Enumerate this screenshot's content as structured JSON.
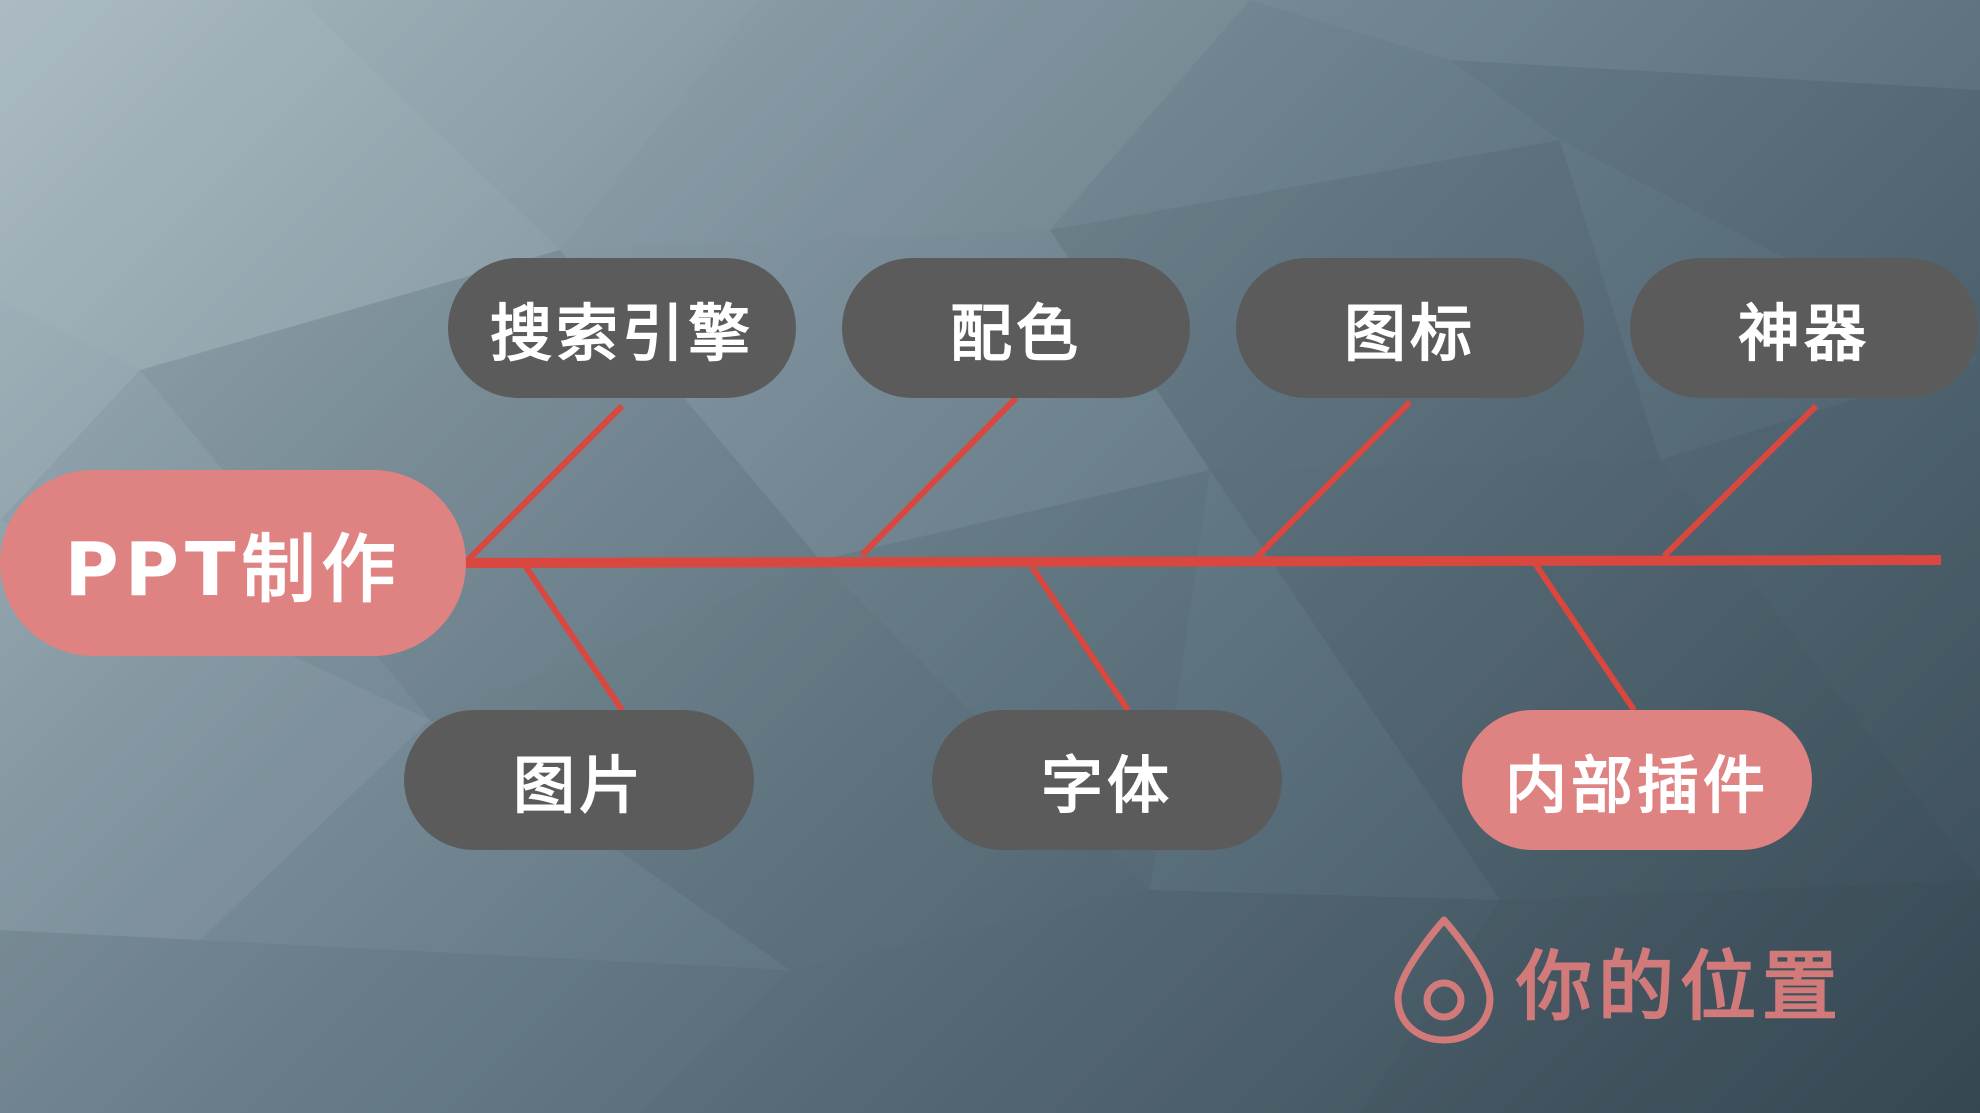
{
  "diagram": {
    "root_label": "PPT制作",
    "top_branches": [
      {
        "label": "搜索引擎",
        "style": "dark"
      },
      {
        "label": "配色",
        "style": "dark"
      },
      {
        "label": "图标",
        "style": "dark"
      },
      {
        "label": "神器",
        "style": "dark"
      }
    ],
    "bottom_branches": [
      {
        "label": "图片",
        "style": "dark"
      },
      {
        "label": "字体",
        "style": "dark"
      },
      {
        "label": "内部插件",
        "style": "highlight"
      }
    ]
  },
  "legend": {
    "icon": "location-drop-icon",
    "label": "你的位置"
  },
  "colors": {
    "spine": "#d9473e",
    "node_dark": "#5b5b5b",
    "node_highlight": "#df8282",
    "legend": "#d27a7a"
  }
}
